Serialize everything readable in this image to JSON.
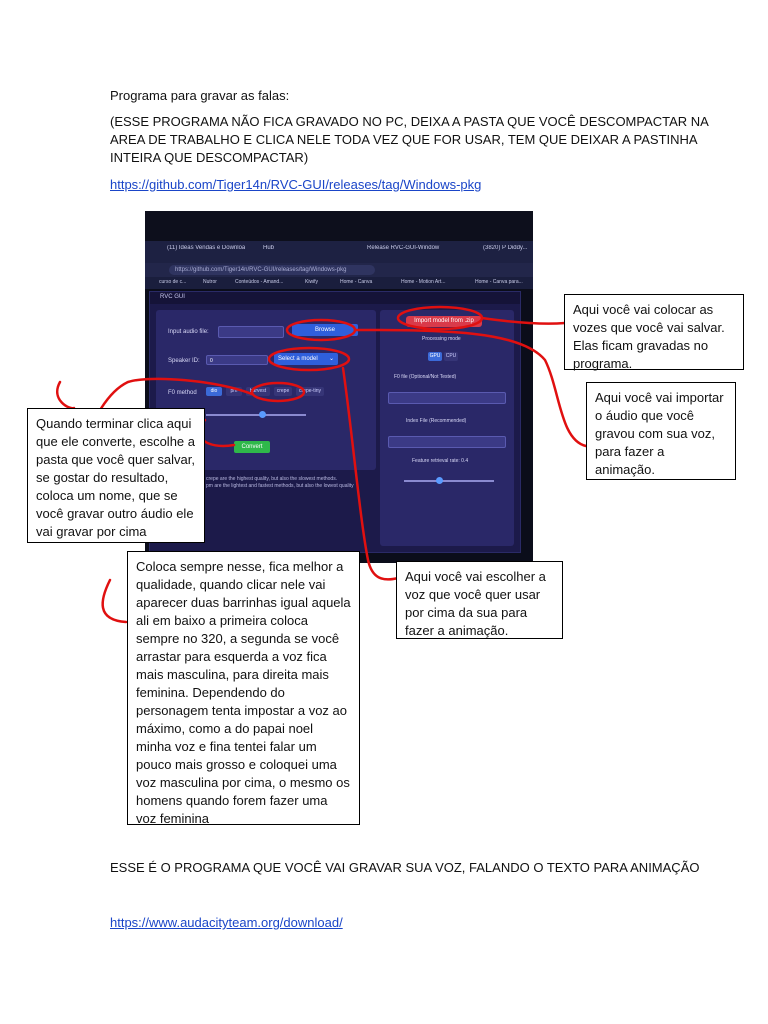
{
  "doc": {
    "heading": "Programa para gravar as falas:",
    "notice_line1": "(ESSE PROGRAMA NÃO FICA GRAVADO NO PC, DEIXA A PASTA QUE VOCÊ DESCOMPACTAR NA",
    "notice_line2": "AREA DE TRABALHO E CLICA NELE TODA VEZ QUE FOR USAR, TEM QUE DEIXAR A PASTINHA",
    "notice_line3": "INTEIRA QUE DESCOMPACTAR)",
    "link1": "https://github.com/Tiger14n/RVC-GUI/releases/tag/Windows-pkg",
    "footer_text": "ESSE É O PROGRAMA QUE VOCÊ VAI GRAVAR SUA VOZ, FALANDO O TEXTO PARA ANIMAÇÃO",
    "link2": "https://www.audacityteam.org/download/"
  },
  "screenshot": {
    "tabs": [
      "(11) Ideas Vendas e Downloa",
      "Hub",
      "Release RVC-GUI-Window",
      "(3820) P Diddy..."
    ],
    "url": "https://github.com/Tiger14n/RVC-GUI/releases/tag/Windows-pkg",
    "bookmarks": [
      "curso de c...",
      "Nutror",
      "Conteúdos - Amand...",
      "Kiwify",
      "Home - Canva",
      "Home - Motion Art...",
      "Home - Canva para..."
    ],
    "app_title": "RVC GUI",
    "input_audio_label": "Input audio file:",
    "browse_label": "Browse",
    "speaker_id_label": "Speaker ID:",
    "speaker_id_value": "0",
    "select_model_label": "Select a model",
    "f0_method_label": "F0 method",
    "f0_options": [
      "dio",
      "pm",
      "harvest",
      "crepe",
      "crepe-tiny"
    ],
    "convert_label": "Convert",
    "note_line1": "crepe are the highest quality, but also the slowest methods.",
    "note_line2": "pm are the lightest and fastest methods, but also the lowest quality",
    "import_model_label": "Import model from .zip",
    "processing_mode_label": "Processing mode",
    "gpu_label": "GPU",
    "cpu_label": "CPU",
    "f0_file_label": "F0 file (Optional/Not Tested)",
    "index_file_label": "Index File (Recommended)",
    "feature_ratio_label": "Feature retrieval rate: 0.4"
  },
  "annotations": {
    "import_note": "Aqui você vai colocar as vozes que você vai salvar. Elas ficam gravadas no programa.",
    "browse_note": "Aqui você vai importar o áudio que você gravou com sua voz, para fazer a animação.",
    "convert_note": "Quando terminar clica aqui que ele converte, escolhe a pasta que você quer salvar, se gostar do resultado, coloca um nome, que se você gravar outro áudio ele vai gravar por cima",
    "select_model_note": "Aqui você vai escolher a voz que você quer usar por cima da sua para fazer a animação.",
    "method_note": "Coloca sempre nesse, fica melhor a qualidade, quando clicar nele vai aparecer duas barrinhas igual aquela ali em baixo a primeira coloca sempre no 320, a segunda se você arrastar para esquerda a voz fica mais masculina, para direita mais feminina. Dependendo do personagem tenta impostar a voz ao máximo, como a do papai noel minha voz e fina tentei falar um pouco mais grosso e coloquei uma voz masculina por cima, o mesmo os homens quando forem fazer uma voz feminina"
  },
  "colors": {
    "annotation_ink": "#e01010",
    "link": "#1a45c8"
  }
}
